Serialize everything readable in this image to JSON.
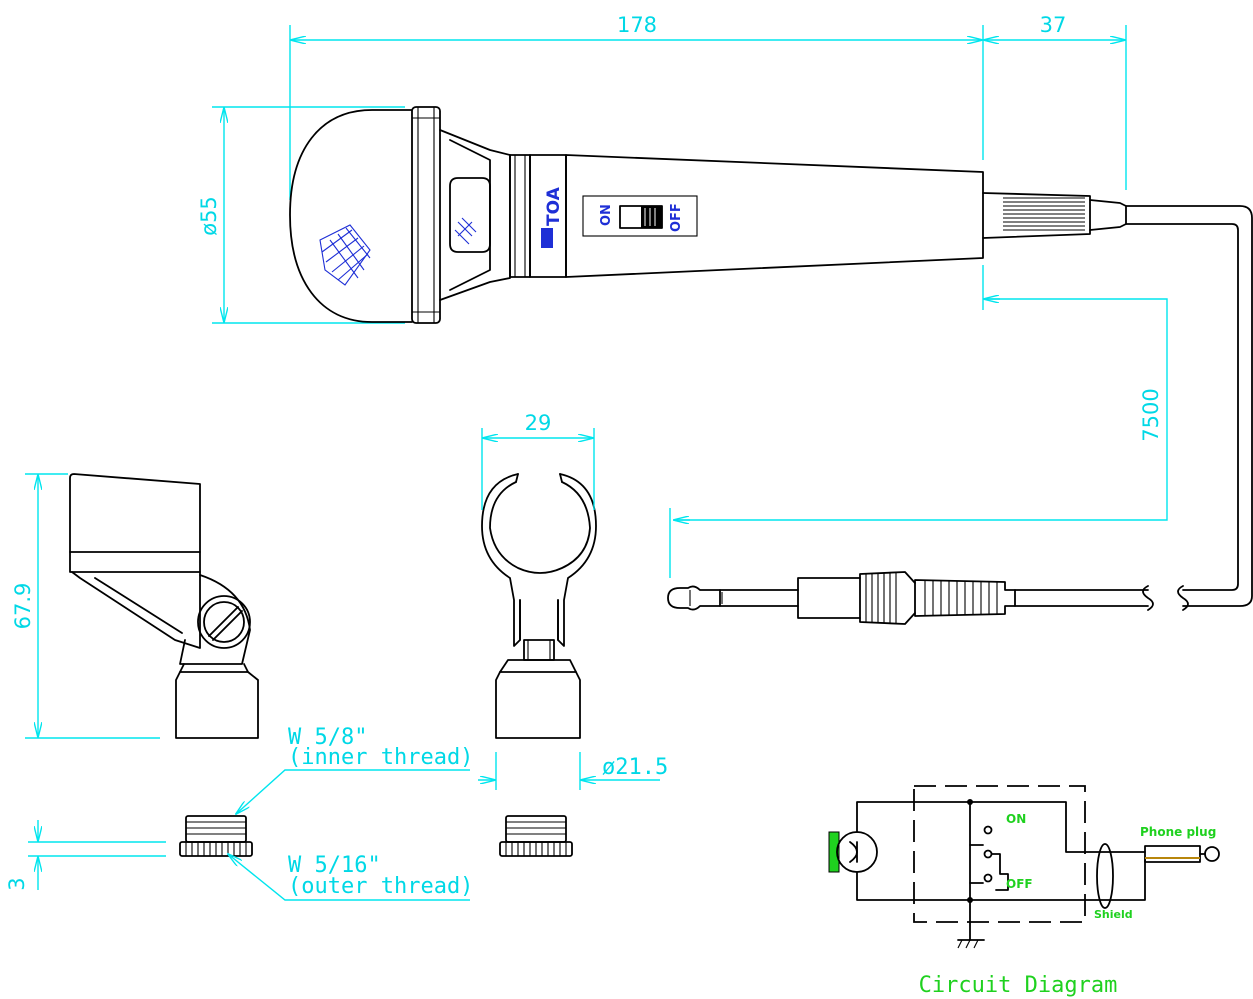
{
  "dimensions": {
    "length_body": "178",
    "length_tail": "37",
    "diameter_head": "ø55",
    "cable_length": "7500",
    "holder_width": "29",
    "holder_height": "67.9",
    "holder_base_diameter": "ø21.5",
    "adapter_height": "3"
  },
  "microphone": {
    "brand": "TOA",
    "switch_on": "ON",
    "switch_off": "OFF"
  },
  "thread_labels": {
    "inner_size": "W 5/8\"",
    "inner_type": "(inner thread)",
    "outer_size": "W 5/16\"",
    "outer_type": "(outer thread)"
  },
  "circuit": {
    "title": "Circuit Diagram",
    "on_label": "ON",
    "off_label": "OFF",
    "plug_label": "Phone plug",
    "shield_label": "Shield"
  },
  "colors": {
    "dimension": "#00e5ee",
    "outline": "#000000",
    "print": "#1e2fd6",
    "circuit_label": "#1fd11f"
  }
}
